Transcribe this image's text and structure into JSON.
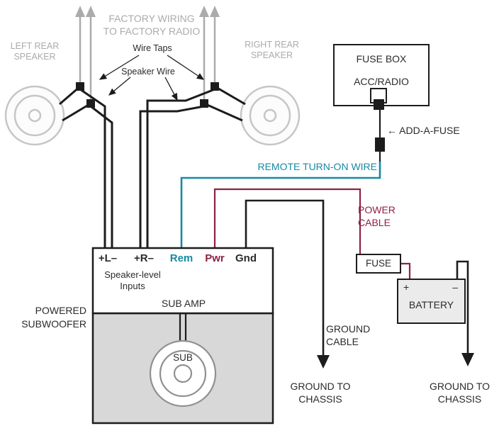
{
  "colors": {
    "remote_teal": "#1789a3",
    "power_red": "#8e2243",
    "factory_gray": "#ababab",
    "wire_black": "#1c1c1c",
    "enclosure_gray": "#d8d8d8",
    "battery_gray": "#ebebeb"
  },
  "labels": {
    "factory_wiring": "FACTORY WIRING\nTO FACTORY RADIO",
    "left_speaker": "LEFT REAR\nSPEAKER",
    "right_speaker": "RIGHT REAR\nSPEAKER",
    "wire_taps": "Wire Taps",
    "speaker_wire": "Speaker Wire",
    "add_a_fuse": "← ADD-A-FUSE",
    "remote_turn_on": "REMOTE TURN-ON WIRE",
    "power_cable": "POWER\nCABLE",
    "ground_cable": "GROUND\nCABLE",
    "ground_chassis_left": "GROUND TO\nCHASSIS",
    "ground_chassis_right": "GROUND TO\nCHASSIS",
    "powered_subwoofer": "POWERED\nSUBWOOFER"
  },
  "fuse_box": {
    "title": "FUSE BOX",
    "circuit": "ACC/RADIO"
  },
  "fuse": {
    "label": "FUSE"
  },
  "battery": {
    "label": "BATTERY",
    "plus": "+",
    "minus": "–"
  },
  "amp": {
    "terminals": {
      "left": "+L–",
      "right": "+R–",
      "rem": "Rem",
      "pwr": "Pwr",
      "gnd": "Gnd"
    },
    "inputs": "Speaker-level\nInputs",
    "title": "SUB AMP",
    "sub": "SUB"
  }
}
